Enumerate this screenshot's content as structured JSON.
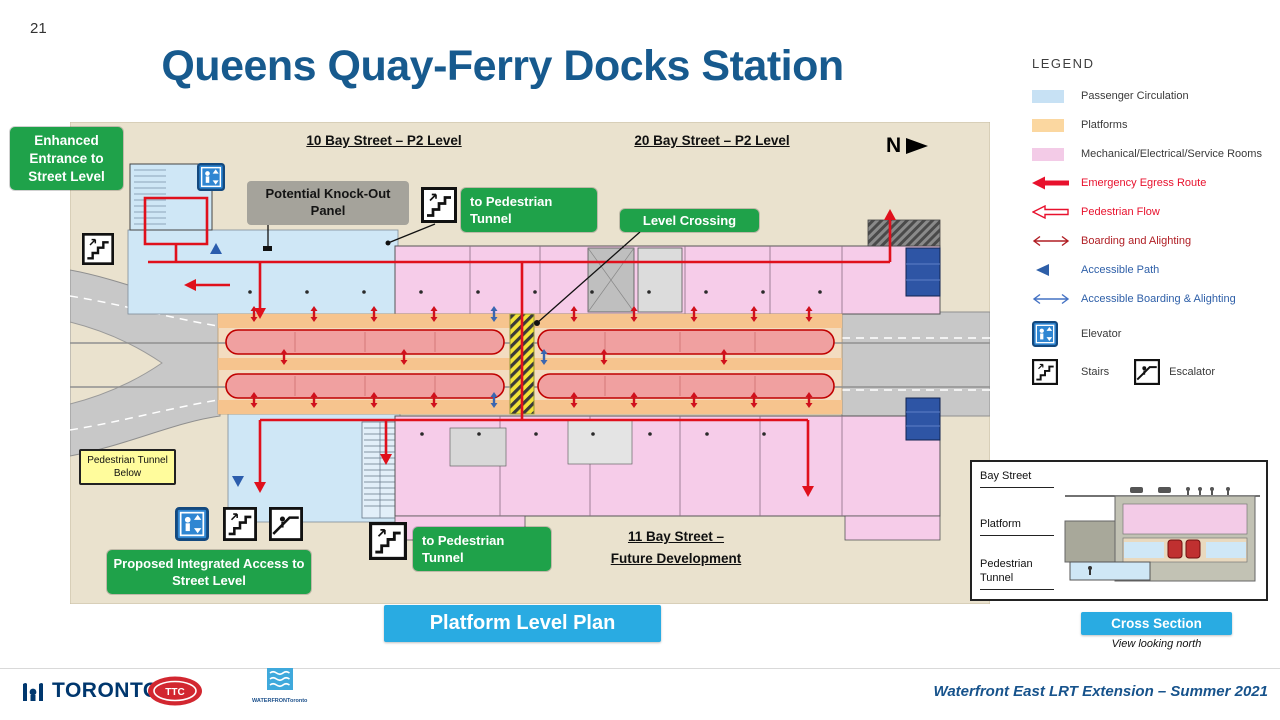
{
  "page_number": "21",
  "title": "Queens Quay-Ferry Docks Station",
  "plan": {
    "building_labels": {
      "bay10": "10 Bay Street – P2 Level",
      "bay20": "20 Bay Street – P2 Level",
      "bay11_line1": "11  Bay Street –",
      "bay11_line2": "Future Development"
    },
    "north_label": "N",
    "callouts": {
      "enhanced_entrance": "Enhanced Entrance to Street Level",
      "knockout_panel": "Potential Knock-Out Panel",
      "to_pedestrian_tunnel_top": "to Pedestrian Tunnel",
      "level_crossing": "Level Crossing",
      "pedestrian_tunnel_below": "Pedestrian Tunnel Below",
      "to_pedestrian_tunnel_bottom": "to Pedestrian Tunnel",
      "proposed_access": "Proposed Integrated Access to Street Level"
    },
    "banner": "Platform Level Plan"
  },
  "legend": {
    "heading": "LEGEND",
    "items": [
      {
        "key": "passenger-circulation",
        "swatch": "#C7E1F4",
        "label": "Passenger Circulation"
      },
      {
        "key": "platforms",
        "swatch": "#FBD7A0",
        "label": "Platforms"
      },
      {
        "key": "mechanical-rooms",
        "swatch": "#F3CBE7",
        "label": "Mechanical/Electrical/Service Rooms"
      },
      {
        "key": "emergency-egress",
        "icon": "solid-red-arrow",
        "label": "Emergency Egress Route"
      },
      {
        "key": "pedestrian-flow",
        "icon": "outline-red-arrow",
        "label": "Pedestrian Flow"
      },
      {
        "key": "boarding-alighting",
        "icon": "double-red-arrow",
        "label": "Boarding and Alighting"
      },
      {
        "key": "accessible-path",
        "icon": "solid-blue-arrow",
        "label": "Accessible Path"
      },
      {
        "key": "accessible-boarding",
        "icon": "double-blue-arrow",
        "label": "Accessible Boarding & Alighting"
      },
      {
        "key": "elevator",
        "icon": "elevator-icon",
        "label": "Elevator"
      },
      {
        "key": "stairs",
        "icon": "stairs-icon",
        "label": "Stairs"
      },
      {
        "key": "escalator",
        "icon": "escalator-icon",
        "label": "Escalator"
      }
    ]
  },
  "cross_section": {
    "label_street": "Bay Street",
    "label_platform": "Platform",
    "label_tunnel": "Pedestrian Tunnel",
    "banner": "Cross Section",
    "caption": "View looking north"
  },
  "footer": {
    "toronto_logo_text": "TORONTO",
    "ttc_logo_text": "TTC",
    "waterfront_logo_text": "WATERFRONToronto",
    "credit": "Waterfront East LRT Extension – Summer 2021"
  },
  "icons": {
    "elevator-icon": "blue square, passenger with up/down arrows",
    "stairs-icon": "white square with staircase steps",
    "escalator-icon": "white square with escalator and figure",
    "north-arrow-icon": "black right-pointing triangle"
  },
  "colors": {
    "title_blue": "#175A8E",
    "callout_green": "#1FA24A",
    "banner_blue": "#29ABE2",
    "plan_beige": "#EAE2CE",
    "passenger_blue": "#CFE7F6",
    "platform_orange": "#F6C48E",
    "mechanical_pink": "#F6CCE9",
    "flow_red": "#E0101C",
    "emergency_red": "#E8112D",
    "accessible_blue": "#2E5FA8"
  }
}
